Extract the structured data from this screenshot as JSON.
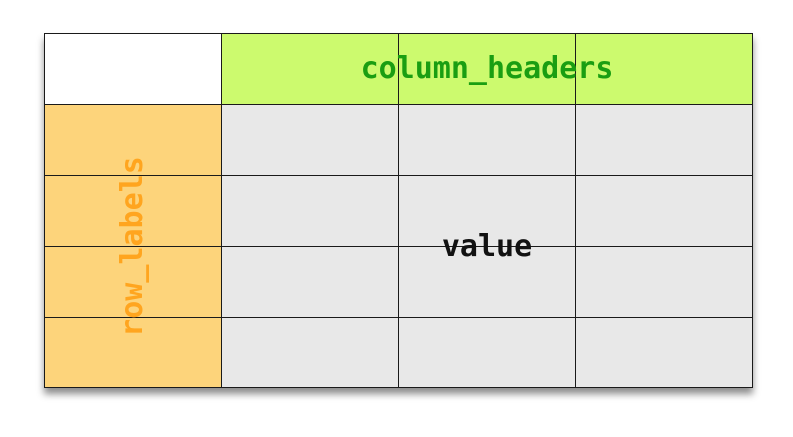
{
  "diagram": {
    "column_header_label": "column_headers",
    "row_label_text": "row_labels",
    "value_label": "value",
    "colors": {
      "corner": "#ffffff",
      "column_header_fill": "#ccfa6e",
      "column_header_text": "#1a9e12",
      "row_label_fill": "#fdd47b",
      "row_label_text": "#ffa51f",
      "data_fill": "#e8e8e8",
      "value_text": "#111111",
      "border": "#1a1a1a"
    },
    "grid": {
      "data_columns": 3,
      "data_rows": 4
    }
  }
}
